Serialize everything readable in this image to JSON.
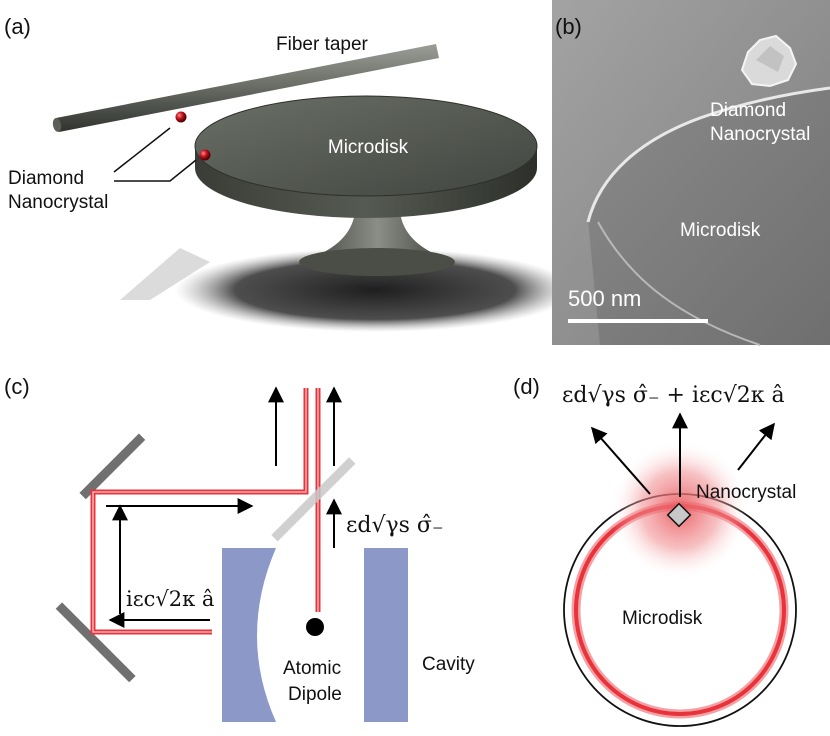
{
  "panels": {
    "a": {
      "tag": "(a)",
      "fiber_label": "Fiber taper",
      "disk_label": "Microdisk",
      "crystal_label_line1": "Diamond",
      "crystal_label_line2": "Nanocrystal"
    },
    "b": {
      "tag": "(b)",
      "crystal_label_line1": "Diamond",
      "crystal_label_line2": "Nanocrystal",
      "disk_label": "Microdisk",
      "scale_label": "500 nm"
    },
    "c": {
      "tag": "(c)",
      "dipole_formula": "εd√γs σ̂₋",
      "cavity_formula": "iεc√2κ â",
      "dipole_label_line1": "Atomic",
      "dipole_label_line2": "Dipole",
      "cavity_label": "Cavity"
    },
    "d": {
      "tag": "(d)",
      "formula": "εd√γs σ̂₋ + iεc√2κ â",
      "crystal_label": "Nanocrystal",
      "disk_label": "Microdisk"
    }
  },
  "colors": {
    "beam": "#e8333b",
    "mirror": "#707070",
    "cavity_mirror": "#8c98c8",
    "disk": "#4b5048",
    "sem_bg": "#8e8e8e"
  }
}
